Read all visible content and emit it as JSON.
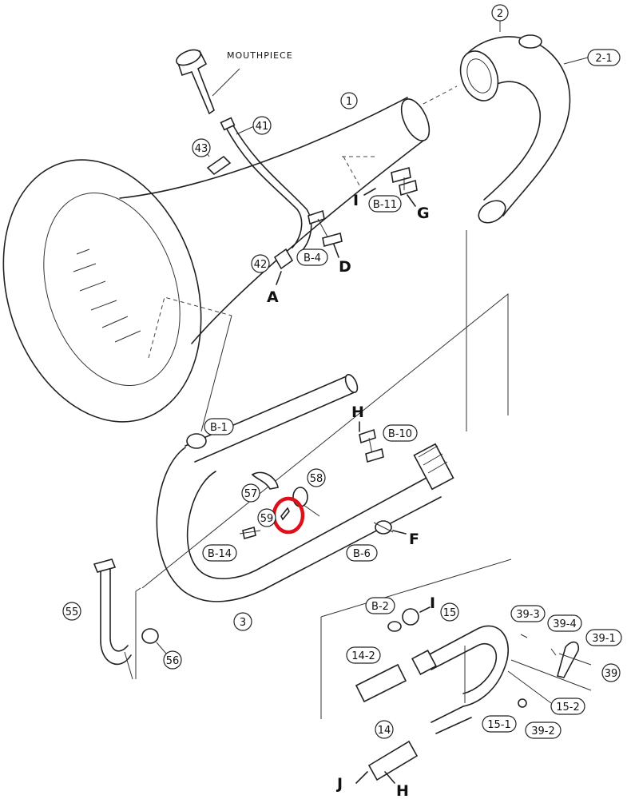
{
  "labels": {
    "mouthpiece": "MOUTHPIECE",
    "p1": "1",
    "p2": "2",
    "p2_1": "2-1",
    "p3": "3",
    "p41": "41",
    "p42": "42",
    "p43": "43",
    "b4": "B-4",
    "b11": "B-11",
    "b1": "B-1",
    "b10": "B-10",
    "b14": "B-14",
    "b6": "B-6",
    "b2": "B-2",
    "p55": "55",
    "p56": "56",
    "p57": "57",
    "p58": "58",
    "p59": "59",
    "p15": "15",
    "p14_2": "14-2",
    "p14": "14",
    "p15_1": "15-1",
    "p15_2": "15-2",
    "p39": "39",
    "p39_1": "39-1",
    "p39_2": "39-2",
    "p39_3": "39-3",
    "p39_4": "39-4"
  },
  "connectors": {
    "A": "A",
    "D": "D",
    "G": "G",
    "I_top": "I",
    "H_mid": "H",
    "F": "F",
    "I_bottom": "I",
    "J": "J",
    "H_bottom": "H"
  },
  "highlight_color": "#e0101a"
}
